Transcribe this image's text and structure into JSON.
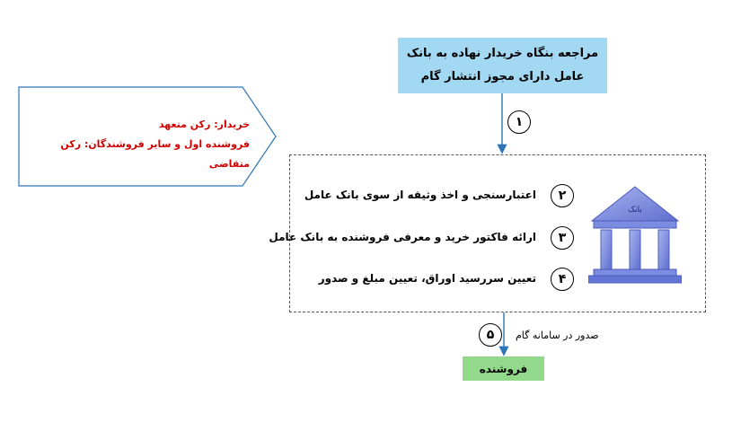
{
  "top_box": {
    "line1": "مراجعه بنگاه خریدار نهاده به بانک",
    "line2": "عامل دارای مجوز انتشار گام"
  },
  "roles": {
    "line1": "خریدار: رکن متعهد",
    "line2": "فروشنده اول و سایر فروشندگان: رکن متقاضی"
  },
  "steps": [
    {
      "num": "۱"
    },
    {
      "num": "۲",
      "text": "اعتبارسنجی و اخذ وثیقه از سوی بانک عامل"
    },
    {
      "num": "۳",
      "text": "ارائه فاکتور خرید و معرفی فروشنده به بانک عامل"
    },
    {
      "num": "۴",
      "text": "تعیین سررسید اوراق، تعیین مبلغ و صدور"
    },
    {
      "num": "۵",
      "text": "صدور در سامانه گام"
    }
  ],
  "bank_label": "بانک",
  "seller_box": {
    "label": "فروشنده"
  },
  "colors": {
    "top_box": "#a3d8f2",
    "seller_box": "#92d98c",
    "arrow": "#2e75b6",
    "role_text": "#d00000",
    "bank": "#7f8fe0"
  }
}
